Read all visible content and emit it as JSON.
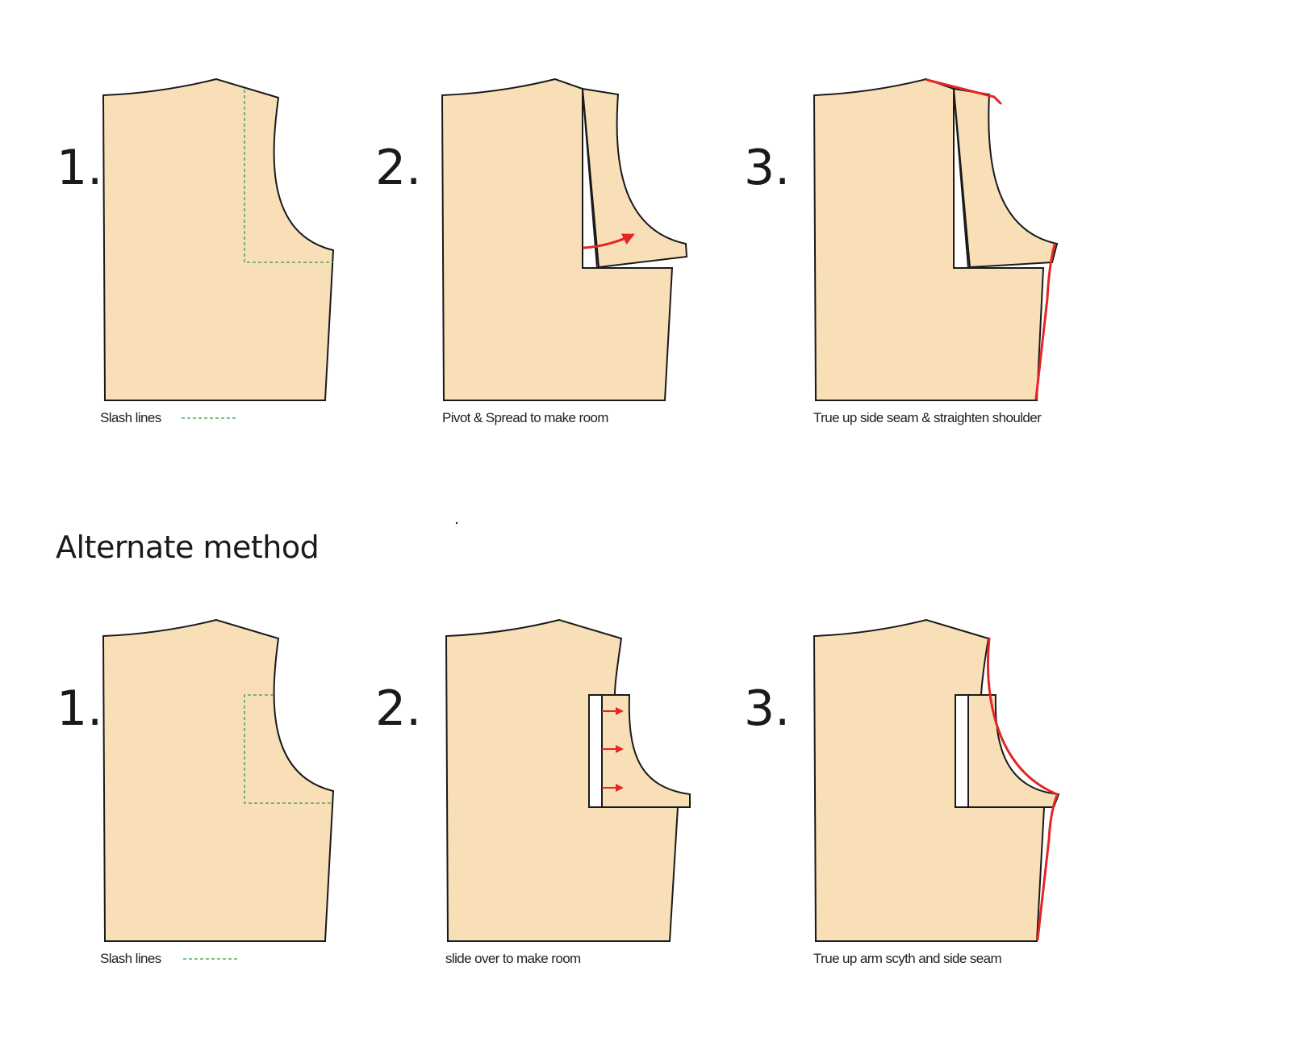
{
  "colors": {
    "paper": "#f9dfb8",
    "outline": "#1a1a1a",
    "slash": "#2e9e3e",
    "correction": "#e32626"
  },
  "top_row": {
    "steps": [
      {
        "number": "1.",
        "caption": "Slash lines"
      },
      {
        "number": "2.",
        "caption": "Pivot & Spread to make room"
      },
      {
        "number": "3.",
        "caption": "True up side seam & straighten shoulder"
      }
    ]
  },
  "section_heading": "Alternate method",
  "bottom_row": {
    "steps": [
      {
        "number": "1.",
        "caption": "Slash lines"
      },
      {
        "number": "2.",
        "caption": "slide over to make room"
      },
      {
        "number": "3.",
        "caption": "True up arm scyth and side seam"
      }
    ]
  }
}
